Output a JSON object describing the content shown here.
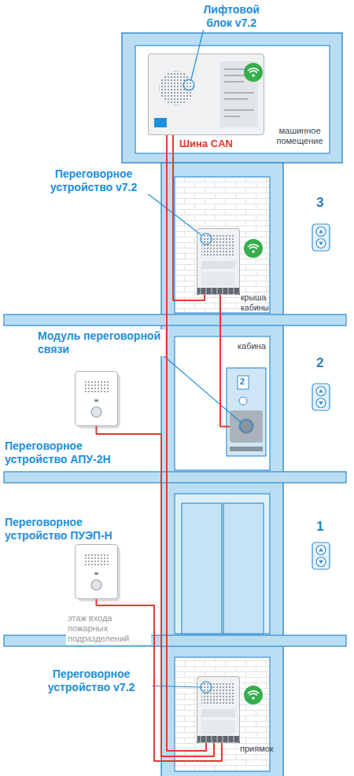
{
  "diagram": {
    "nodes": [
      {
        "text": [
          "Лифтовой блок v7.2"
        ]
      },
      {
        "text": [
          "Переговорное устройство v7.2"
        ]
      },
      {
        "text": [
          "Модуль переговорной связи"
        ]
      },
      {
        "text": [
          "Переговорное устройство АПУ-2Н"
        ]
      },
      {
        "text": [
          "Переговорное устройство ПУЭП-Н"
        ]
      },
      {
        "text": [
          "Переговорное устройство v7.2"
        ]
      }
    ],
    "edges": [
      {
        "from": 0,
        "to": 5,
        "label": "Шина CAN",
        "arrow": "none"
      },
      {
        "from": 0,
        "to": 1,
        "arrow": "none"
      },
      {
        "from": 1,
        "to": 2,
        "arrow": "none"
      },
      {
        "from": 3,
        "to": 5,
        "arrow": "none"
      },
      {
        "from": 4,
        "to": 5,
        "arrow": "none"
      }
    ],
    "labels": [
      "машинное помещение",
      "3",
      "крыша кабины",
      "кабина",
      "2",
      "2",
      "1",
      "этаж входа пожарных подразделений",
      "приямок"
    ]
  }
}
